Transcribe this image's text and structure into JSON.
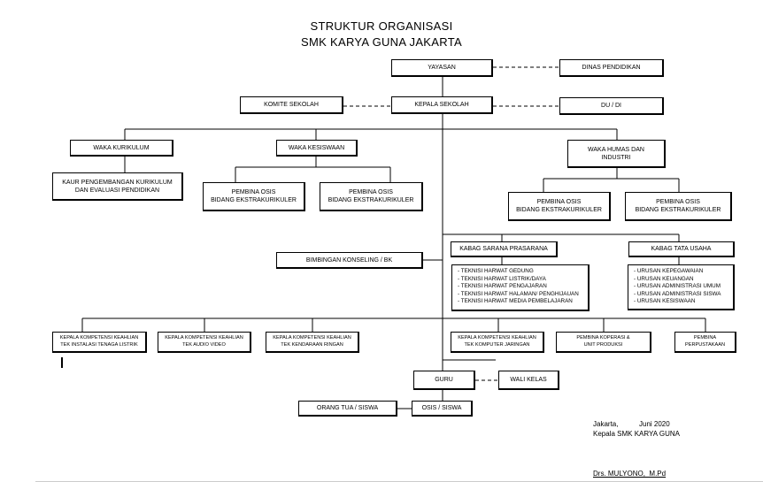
{
  "title": {
    "line1": "STRUKTUR ORGANISASI",
    "line2": "SMK KARYA GUNA JAKARTA"
  },
  "nodes": {
    "yayasan": "YAYASAN",
    "dinas": "DINAS PENDIDIKAN",
    "komite": "KOMITE SEKOLAH",
    "kepala": "KEPALA SEKOLAH",
    "dudi": "DU / DI",
    "waka_kurikulum": "WAKA KURIKULUM",
    "waka_kesiswaan": "WAKA KESISWAAN",
    "waka_humas": "WAKA HUMAS DAN\nINDUSTRI",
    "kaur": "KAUR PENGEMBANGAN KURIKULUM\nDAN EVALUASI PENDIDIKAN",
    "pembina_osis_1": "PEMBINA OSIS\nBIDANG EKSTRAKURIKULER",
    "pembina_osis_2": "PEMBINA OSIS\nBIDANG EKSTRAKURIKULER",
    "pembina_osis_3": "PEMBINA OSIS\nBIDANG EKSTRAKURIKULER",
    "pembina_osis_4": "PEMBINA OSIS\nBIDANG EKSTRAKURIKULER",
    "kabag_sarpras": "KABAG SARANA PRASARANA",
    "kabag_tu": "KABAG TATA USAHA",
    "bk": "BIMBINGAN KONSELING / BK",
    "sarpras_list": "- TEKNISI HARWAT GEDUNG\n- TEKNISI HARWAT LISTRIK/DAYA\n- TEKNISI HARWAT PENGAJARAN\n- TEKNISI HARWAT HALAMAN/ PENGHIJAUAN\n- TEKNISI HARWAT MEDIA PEMBELAJARAN",
    "tu_list": "- URUSAN KEPEGAWAIAN\n- URUSAN KEUANGAN\n- URUSAN ADMINISTRASI UMUM\n- URUSAN ADMINISTRASI SISWA\n- URUSAN KESISWAAN",
    "kk_tilt": "KEPALA KOMPETENSI KEAHLIAN\nTEK INSTALASI TENAGA LISTRIK",
    "kk_tav": "KEPALA KOMPETENSI KEAHLIAN\nTEK AUDIO VIDEO",
    "kk_tkr": "KEPALA KOMPETENSI KEAHLIAN\nTEK KENDARAAN RINGAN",
    "kk_tkj": "KEPALA KOMPETENSI KEAHLIAN\nTEK KOMPUTER JARINGAN",
    "koperasi": "PEMBINA KOPERASI &\nUNIT PRODUKSI",
    "perpustakaan": "PEMBINA\nPERPUSTAKAAN",
    "guru": "GURU",
    "wali_kelas": "WALI KELAS",
    "orang_tua": "ORANG TUA / SISWA",
    "osis": "OSIS / SISWA"
  },
  "signature": {
    "place": "Jakarta,",
    "date": "Juni 2020",
    "role": "Kepala SMK KARYA GUNA",
    "name": "Drs. MULYONO,  M.Pd"
  }
}
